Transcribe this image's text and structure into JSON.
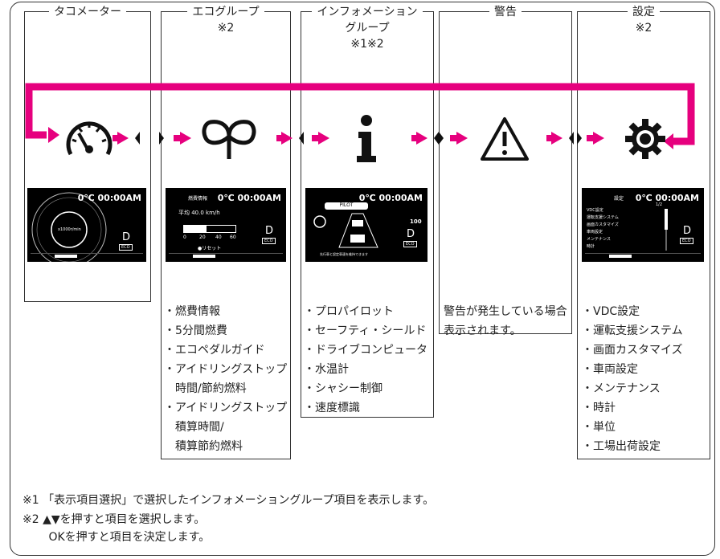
{
  "columns": [
    {
      "title": "タコメーター",
      "subtitle": ""
    },
    {
      "title": "エコグループ",
      "subtitle": "※2"
    },
    {
      "title": "インフォメーション",
      "subtitle": "グループ",
      "subtitle2": "※1※2"
    },
    {
      "title": "警告",
      "subtitle": ""
    },
    {
      "title": "設定",
      "subtitle": "※2"
    }
  ],
  "screens": {
    "tacho": {
      "clock": "0℃ 00:00AM",
      "gear": "D",
      "eco": "ECO",
      "center": "x1000r/min"
    },
    "eco": {
      "clock": "0℃ 00:00AM",
      "header": "燃費情報",
      "avg": "平均 40.0 km/h",
      "ticks": [
        "0",
        "20",
        "40",
        "60"
      ],
      "gear": "D",
      "eco": "ECO",
      "reset": "●リセット"
    },
    "info": {
      "clock": "0℃ 00:00AM",
      "pilot": "PILOT",
      "speed": "100",
      "gear": "D",
      "eco": "ECO",
      "caption": "先行車と設定車速を維持できます"
    },
    "settings": {
      "clock": "0℃ 00:00AM",
      "header": "設定",
      "page": "1/2",
      "items": [
        "VDC設定",
        "運転支援システム",
        "画面カスタマイズ",
        "車両設定",
        "メンテナンス",
        "時計"
      ],
      "gear": "D",
      "eco": "ECO"
    }
  },
  "lists": {
    "eco": [
      "・燃費情報",
      "・5分間燃費",
      "・エコペダルガイド",
      "・アイドリングストップ",
      "　時間/節約燃料",
      "・アイドリングストップ",
      "　積算時間/",
      "　積算節約燃料"
    ],
    "info": [
      "・プロパイロット",
      "・セーフティ・シールド",
      "・ドライブコンピュータ",
      "・水温計",
      "・シャシー制御",
      "・速度標識"
    ],
    "warning": [
      "警告が発生している場合",
      "表示されます。"
    ],
    "settings": [
      "・VDC設定",
      "・運転支援システム",
      "・画面カスタマイズ",
      "・車両設定",
      "・メンテナンス",
      "・時計",
      "・単位",
      "・工場出荷設定"
    ]
  },
  "notes": [
    "※1 「表示項目選択」で選択したインフォメーショングループ項目を表示します。",
    "※2 ▲▼を押すと項目を選択します。",
    "　　 OKを押すと項目を決定します。"
  ],
  "icons": [
    "speedometer-icon",
    "leaf-icon",
    "info-icon",
    "warning-icon",
    "gear-icon"
  ],
  "colors": {
    "arrow": "#e6007e",
    "border": "#333333",
    "screen": "#000000"
  }
}
